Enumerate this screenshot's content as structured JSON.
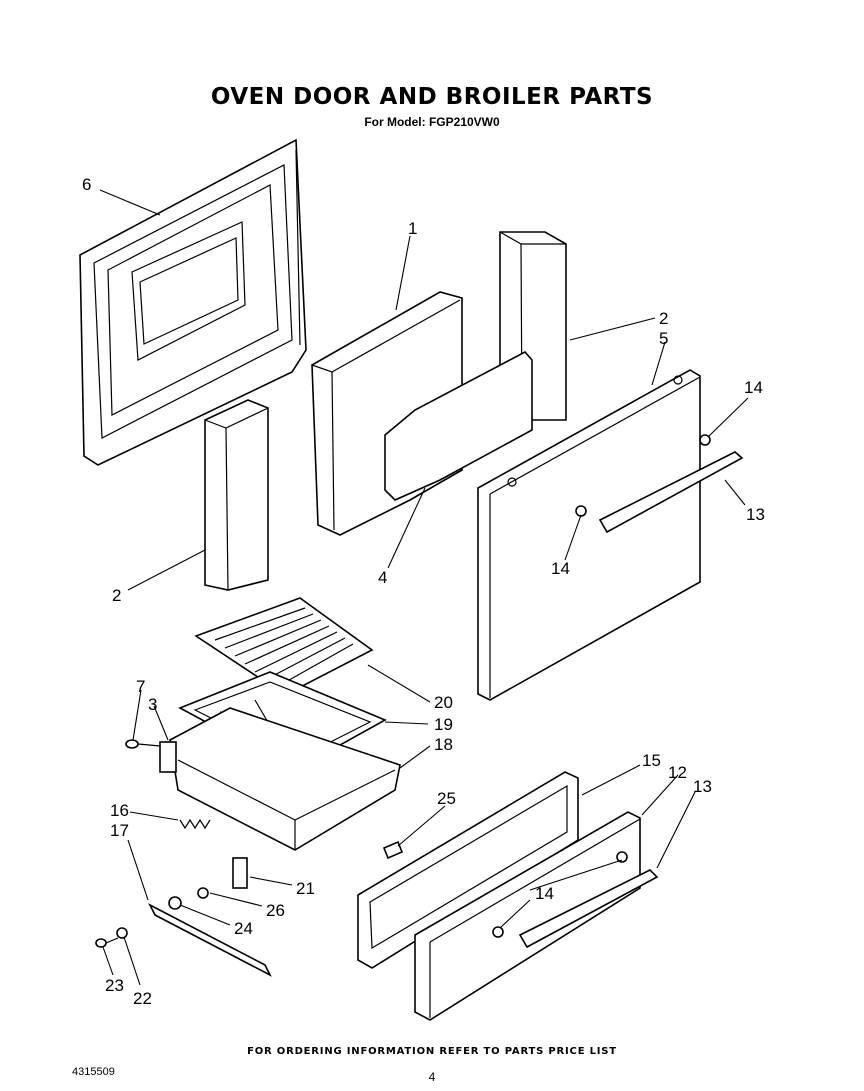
{
  "header": {
    "title": "OVEN DOOR AND BROILER PARTS",
    "model_line": "For Model: FGP210VW0"
  },
  "footer": {
    "ordering_note": "FOR ORDERING INFORMATION REFER TO PARTS PRICE LIST",
    "document_number": "4315509",
    "page_number": "4"
  },
  "callouts": {
    "c6": "6",
    "c1": "1",
    "c2a": "2",
    "c2b": "2",
    "c5": "5",
    "c14a": "14",
    "c13a": "13",
    "c14b": "14",
    "c4": "4",
    "c20": "20",
    "c19": "19",
    "c18": "18",
    "c7": "7",
    "c3": "3",
    "c16": "16",
    "c17": "17",
    "c15": "15",
    "c12": "12",
    "c13b": "13",
    "c25": "25",
    "c14c": "14",
    "c21": "21",
    "c26": "26",
    "c24": "24",
    "c23": "23",
    "c22": "22"
  },
  "colors": {
    "ink": "#000000",
    "paper": "#ffffff"
  }
}
